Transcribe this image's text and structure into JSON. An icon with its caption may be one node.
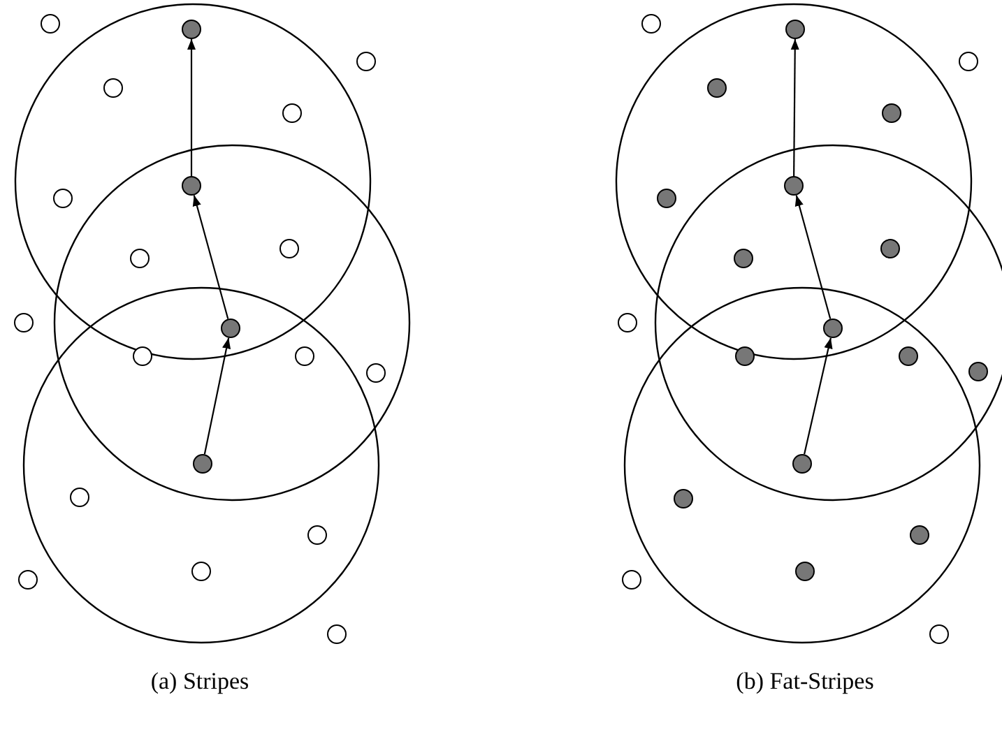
{
  "diagram": {
    "nodes": [
      {
        "text": [],
        "shape": "circle"
      },
      {
        "text": [],
        "shape": "circle"
      },
      {
        "text": [],
        "shape": "circle"
      },
      {
        "text": [],
        "shape": "circle"
      },
      {
        "text": [],
        "shape": "circle"
      },
      {
        "text": [],
        "shape": "circle"
      },
      {
        "text": [],
        "shape": "circle"
      },
      {
        "text": [],
        "shape": "circle"
      }
    ],
    "edges": [
      {
        "from": 0,
        "to": 1,
        "arrow": "to"
      },
      {
        "from": 1,
        "to": 2,
        "arrow": "to"
      },
      {
        "from": 2,
        "to": 3,
        "arrow": "to"
      },
      {
        "from": 4,
        "to": 5,
        "arrow": "to"
      },
      {
        "from": 5,
        "to": 6,
        "arrow": "to"
      },
      {
        "from": 6,
        "to": 7,
        "arrow": "to"
      }
    ],
    "labels": [
      "(a) Stripes",
      "(b) Fat-Stripes"
    ]
  }
}
